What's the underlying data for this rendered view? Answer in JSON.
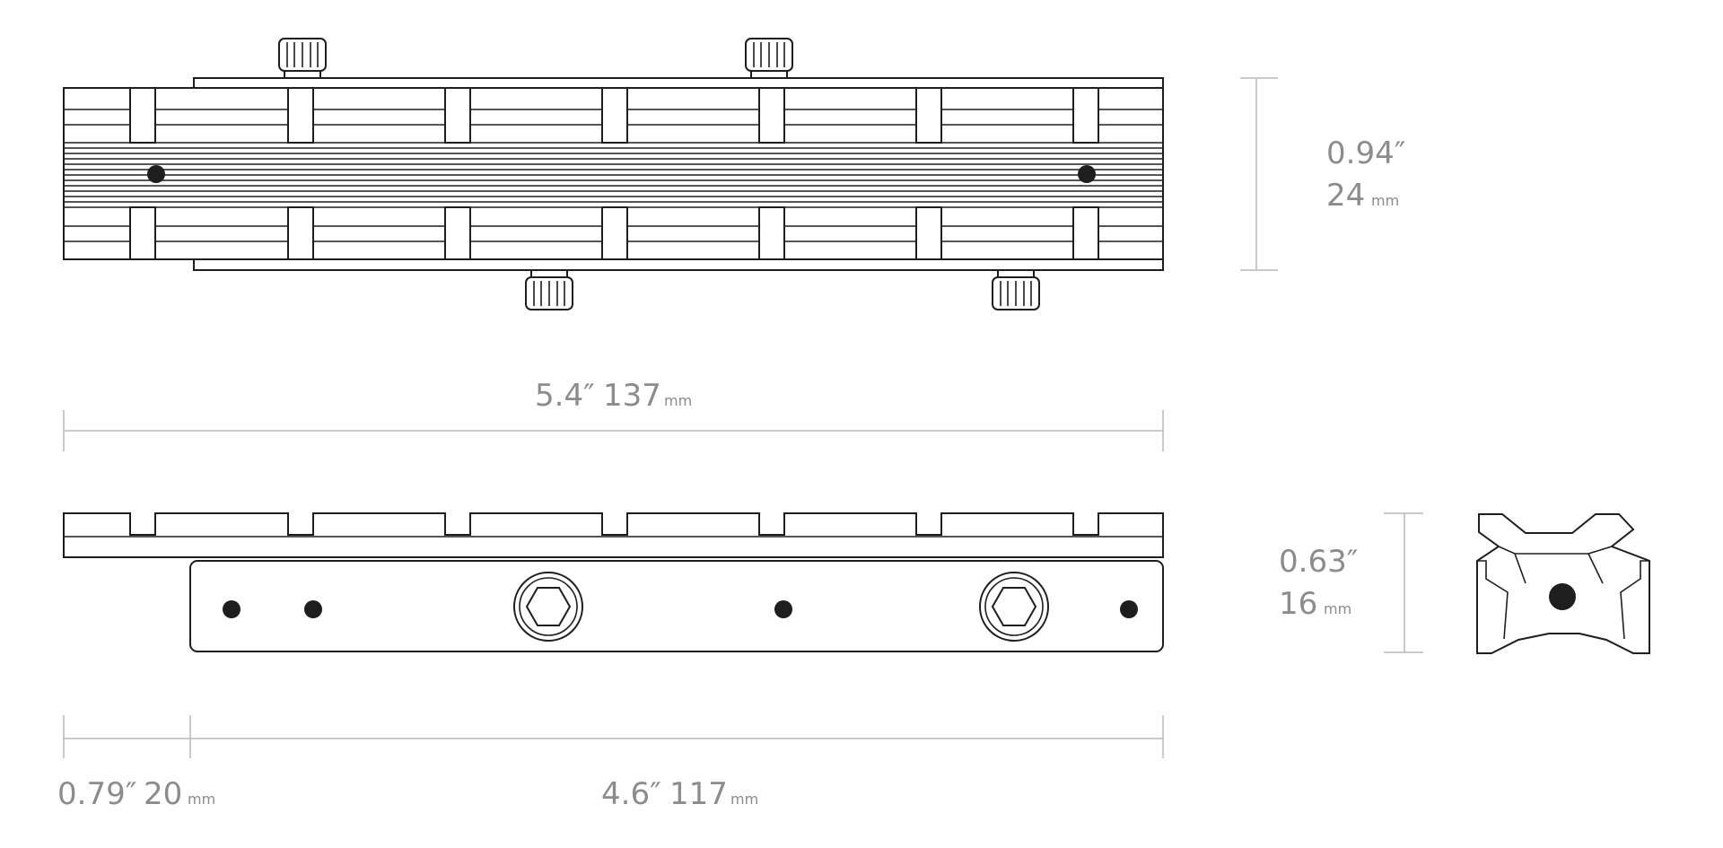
{
  "dimensions": {
    "height_top": {
      "inch": "0.94″",
      "mm_value": "24",
      "mm_unit": "mm"
    },
    "overall_length": {
      "inch": "5.4″",
      "mm_value": "137",
      "mm_unit": "mm"
    },
    "height_side": {
      "inch": "0.63″",
      "mm_value": "16",
      "mm_unit": "mm"
    },
    "offset": {
      "inch": "0.79″",
      "mm_value": "20",
      "mm_unit": "mm"
    },
    "base_length": {
      "inch": "4.6″",
      "mm_value": "117",
      "mm_unit": "mm"
    }
  },
  "colors": {
    "line": "#1e1e1e",
    "dimension_line": "#b8b8b8",
    "label": "#8c8c8c"
  },
  "icons": [
    "knurled-screw-icon",
    "hex-socket-icon"
  ]
}
